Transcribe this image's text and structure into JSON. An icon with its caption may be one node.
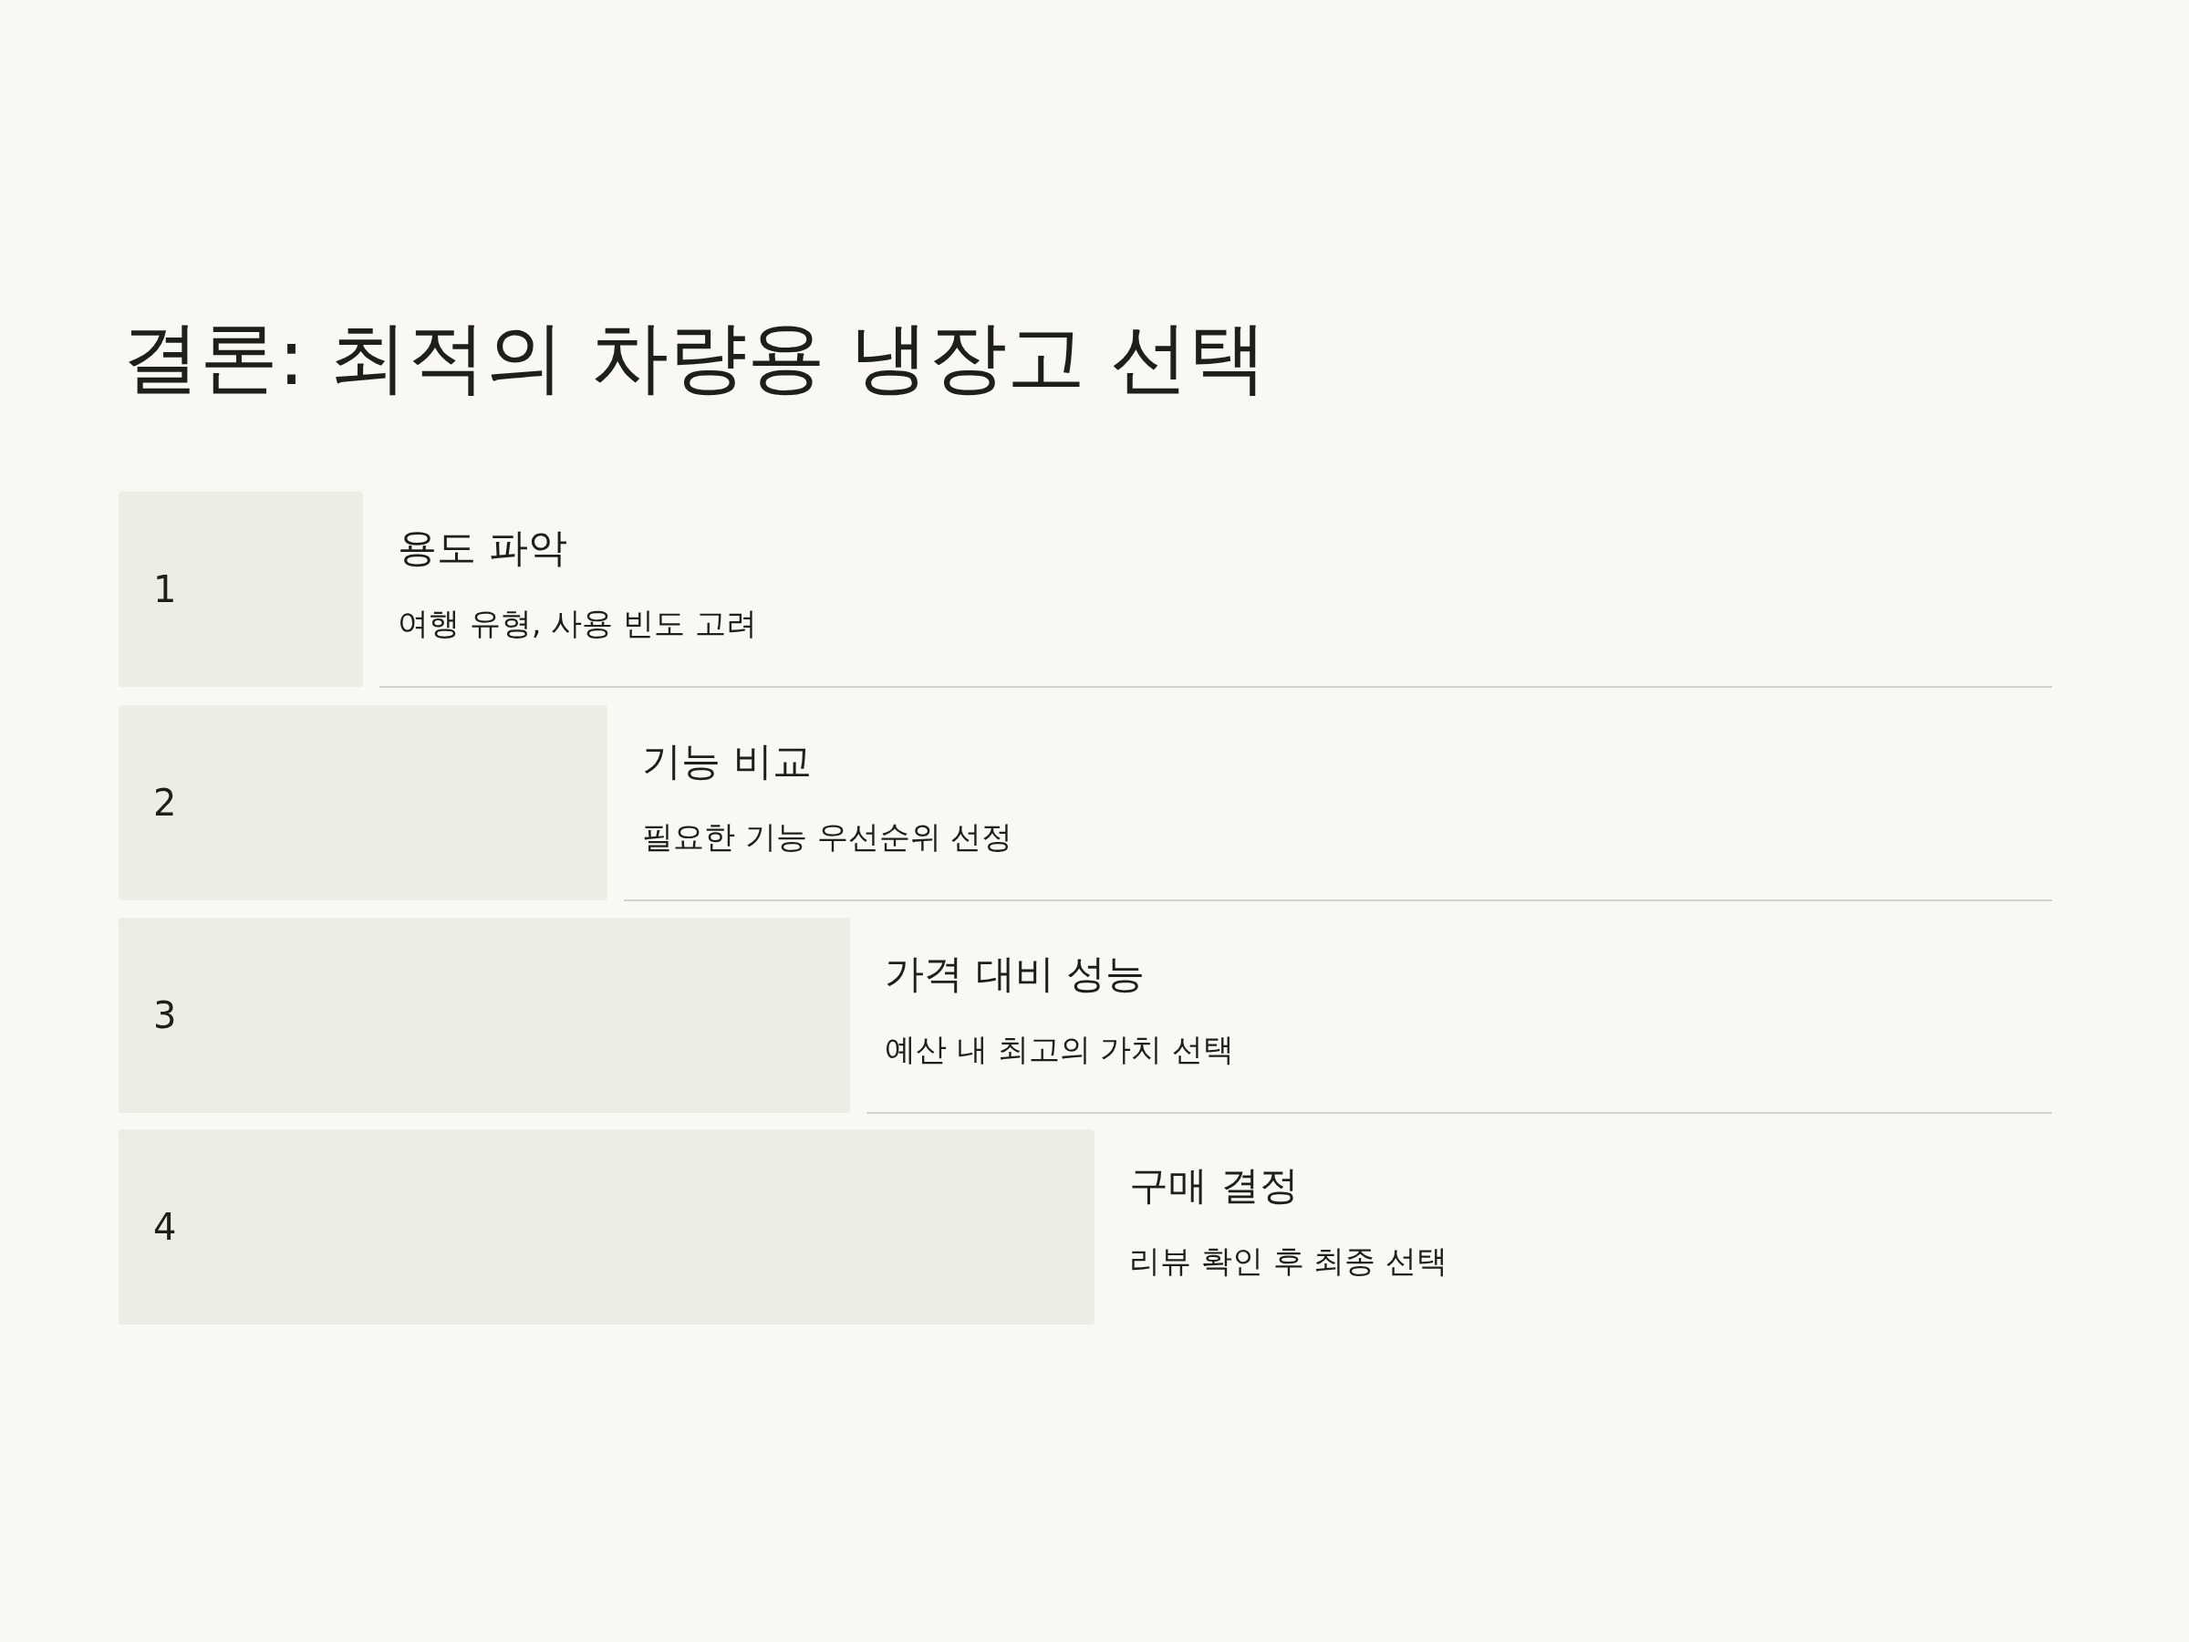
{
  "diagram": {
    "title": "결론: 최적의 차량용 냉장고 선택",
    "nodes": [
      {
        "text": [
          "1"
        ],
        "beside": [
          "용도 파악",
          "여행 유형, 사용 빈도 고려"
        ]
      },
      {
        "text": [
          "2"
        ],
        "beside": [
          "기능 비교",
          "필요한 기능 우선순위 선정"
        ]
      },
      {
        "text": [
          "3"
        ],
        "beside": [
          "가격 대비 성능",
          "예산 내 최고의 가치 선택"
        ]
      },
      {
        "text": [
          "4"
        ],
        "beside": [
          "구매 결정",
          "리뷰 확인 후 최종 선택"
        ]
      }
    ]
  }
}
